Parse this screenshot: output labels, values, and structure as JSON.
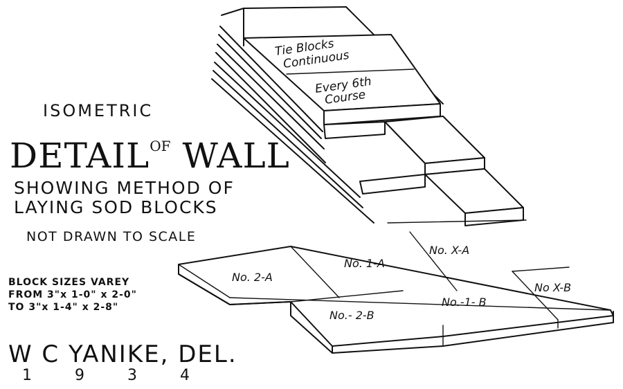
{
  "title": {
    "line1": "ISOMETRIC",
    "line2_main": "DETAIL",
    "line2_of": "OF",
    "line2_tail": "WALL",
    "line3": "SHOWING METHOD OF",
    "line4": "LAYING SOD BLOCKS",
    "note": "NOT DRAWN TO SCALE"
  },
  "sizes_note": {
    "line1": "BLOCK SIZES VAREY",
    "line2": "FROM 3\"x 1-0\" x 2-0\"",
    "line3": "TO   3\"x 1-4\" x 2-8\""
  },
  "signature": {
    "author": "W C YANIKE, DEL.",
    "year_digits": [
      "1",
      "9",
      "3",
      "4"
    ]
  },
  "blocks": {
    "tie_line1": "Tie Blocks",
    "tie_line2": "Continuous",
    "every_line1": "Every 6th",
    "every_line2": "Course",
    "no_2a": "No. 2-A",
    "no_1a": "No. 1-A",
    "no_xa": "No. X-A",
    "no_2b": "No.- 2-B",
    "no_1b": "No.-1- B",
    "no_xb": "No X-B"
  },
  "colors": {
    "ink": "#111111",
    "paper": "#ffffff"
  }
}
